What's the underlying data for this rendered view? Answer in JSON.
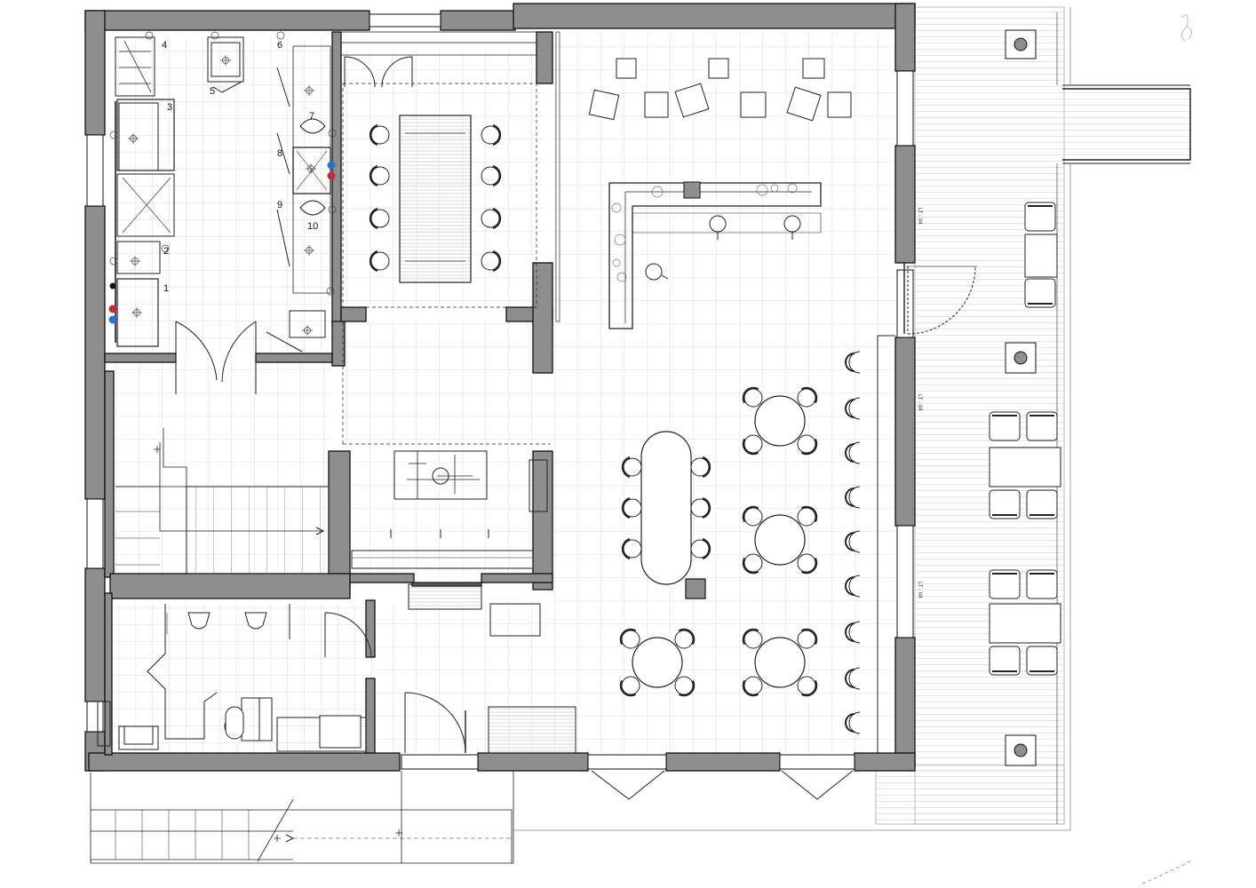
{
  "kitchen_labels": [
    "1",
    "2",
    "3",
    "4",
    "5",
    "6",
    "7",
    "8",
    "9",
    "10"
  ],
  "window_tag": "LT - 04",
  "colors": {
    "wall": "#8e8e8e",
    "wall_outline": "#111111",
    "window_panel": "#7a7a7a",
    "grid": "#d2d2d2",
    "deck": "#dcdcdc",
    "furniture": "#222222",
    "valve_blue": "#2a73c9",
    "valve_red": "#c8283c"
  }
}
